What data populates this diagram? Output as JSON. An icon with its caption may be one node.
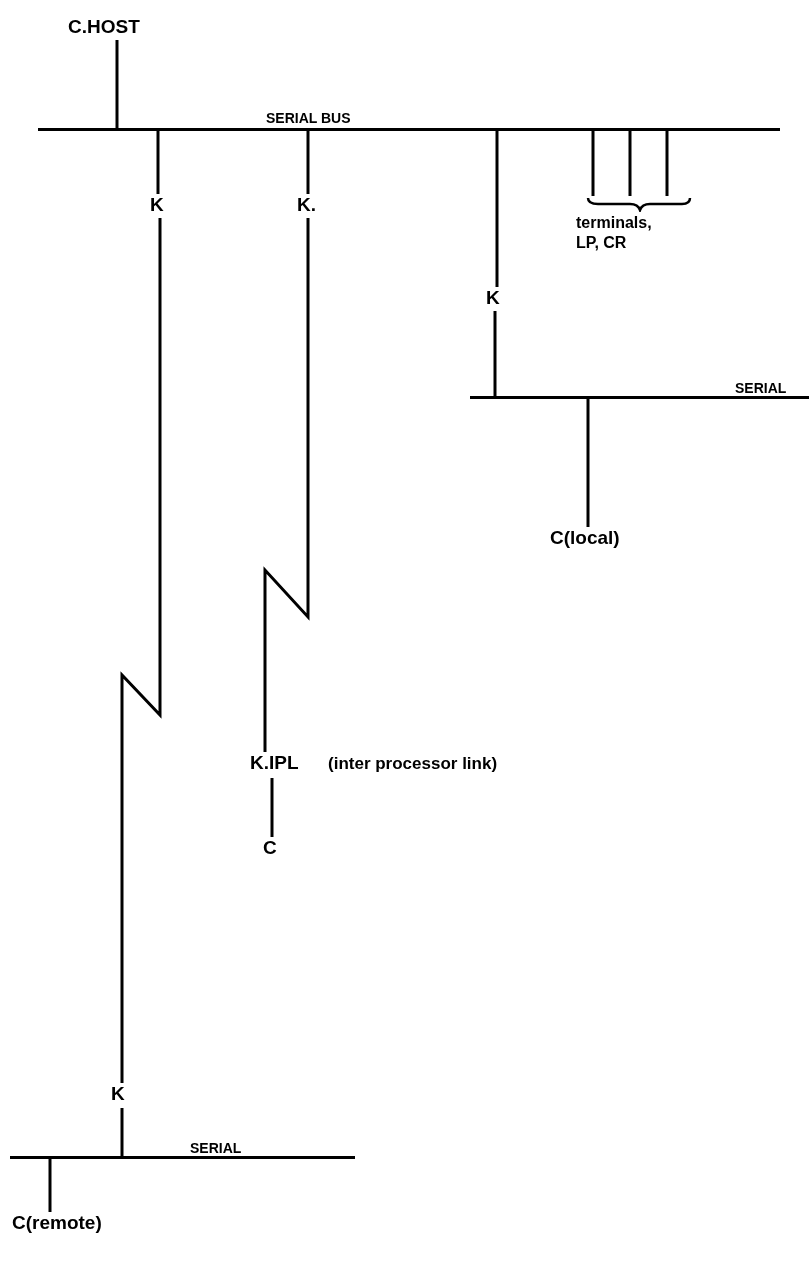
{
  "diagram": {
    "nodes": [
      {
        "text": [
          "C.HOST"
        ]
      },
      {
        "text": [
          "SERIAL BUS"
        ]
      },
      {
        "text": [
          "K"
        ]
      },
      {
        "text": [
          "K."
        ]
      },
      {
        "text": [
          "K"
        ]
      },
      {
        "text": [
          "terminals, LP, CR"
        ]
      },
      {
        "text": [
          "SERIAL"
        ]
      },
      {
        "text": [
          "C(local)"
        ]
      },
      {
        "text": [
          "K.IPL"
        ],
        "beside": [
          "(inter processor link)"
        ]
      },
      {
        "text": [
          "C"
        ]
      },
      {
        "text": [
          "K"
        ]
      },
      {
        "text": [
          "SERIAL"
        ]
      },
      {
        "text": [
          "C(remote)"
        ]
      }
    ],
    "edges": [
      {
        "from": 0,
        "to": 1,
        "arrow": "none"
      },
      {
        "from": 1,
        "to": 2,
        "arrow": "none"
      },
      {
        "from": 1,
        "to": 3,
        "arrow": "none"
      },
      {
        "from": 1,
        "to": 4,
        "arrow": "none"
      },
      {
        "from": 1,
        "to": 5,
        "arrow": "none"
      },
      {
        "from": 2,
        "to": 10,
        "arrow": "none"
      },
      {
        "from": 3,
        "to": 8,
        "arrow": "none"
      },
      {
        "from": 4,
        "to": 6,
        "arrow": "none"
      },
      {
        "from": 6,
        "to": 7,
        "arrow": "none"
      },
      {
        "from": 8,
        "to": 9,
        "arrow": "none"
      },
      {
        "from": 10,
        "to": 11,
        "arrow": "none"
      },
      {
        "from": 11,
        "to": 12,
        "arrow": "none"
      }
    ]
  }
}
